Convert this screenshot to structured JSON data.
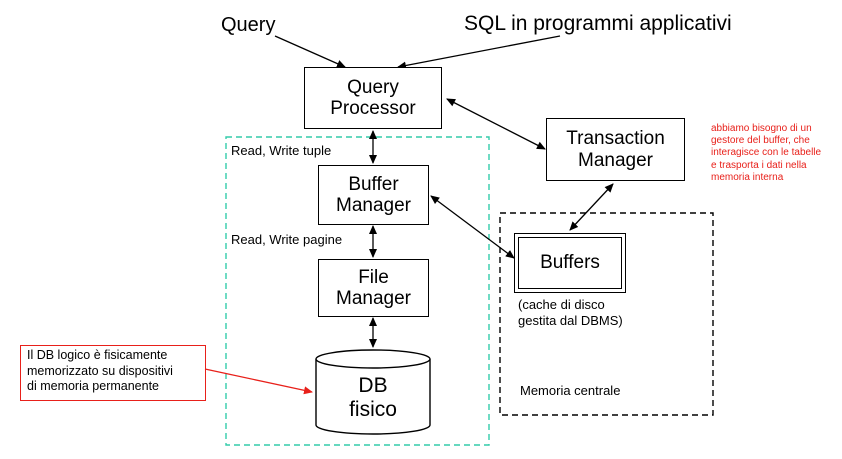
{
  "top_labels": {
    "query": "Query",
    "sql": "SQL in programmi applicativi"
  },
  "boxes": {
    "query_processor": "Query\nProcessor",
    "transaction_manager": "Transaction\nManager",
    "buffer_manager": "Buffer\nManager",
    "file_manager": "File\nManager",
    "buffers": "Buffers",
    "db_fisico": "DB\nfisico"
  },
  "edge_labels": {
    "read_write_tuple": "Read, Write tuple",
    "read_write_pagine": "Read, Write pagine"
  },
  "captions": {
    "cache": "(cache di disco\n gestita dal DBMS)",
    "memoria_centrale": "Memoria centrale"
  },
  "notes": {
    "db_logico": "Il DB logico è fisicamente\nmemorizzato su dispositivi\ndi memoria permanente",
    "buffer_note": "abbiamo bisogno di un\ngestore del buffer, che\ninteragisce con le tabelle\ne trasporta i dati nella\nmemoria interna"
  },
  "colors": {
    "dbms_border": "#33ccaa",
    "annotation": "#e8201a"
  }
}
